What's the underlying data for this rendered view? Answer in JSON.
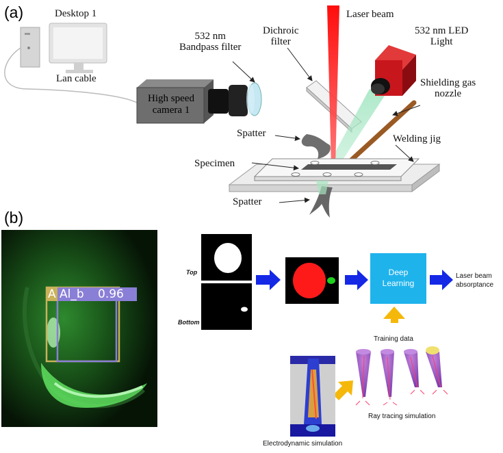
{
  "panel_a": {
    "label": "(a)",
    "desktop": "Desktop 1",
    "lan_cable": "Lan cable",
    "camera": "High speed camera 1",
    "bandpass_filter": "532 nm\nBandpass filter",
    "dichroic_filter": "Dichroic\nfilter",
    "laser_beam": "Laser beam",
    "led_light": "532 nm LED\nLight",
    "shielding_gas": "Shielding gas\nnozzle",
    "welding_jig": "Welding jig",
    "spatter_top": "Spatter",
    "specimen": "Specimen",
    "spatter_bottom": "Spatter"
  },
  "panel_b": {
    "label": "(b)",
    "detection_box_a": "A",
    "detection_box_b": "Al_b",
    "detection_score": "0.96",
    "top_label": "Top",
    "bottom_label": "Bottom",
    "deep_learning": "Deep\nLearning",
    "output": "Laser beam\nabsorptance",
    "training_data": "Training data",
    "ray_tracing": "Ray tracing simulation",
    "electrodynamic": "Electrodynamic simulation"
  },
  "colors": {
    "laser": "#ff2222",
    "led": "#c8161d",
    "green_light": "#7fd6a0",
    "arrow_blue": "#1428e6",
    "arrow_yellow": "#f5b80a",
    "deep_box": "#1fb3ec",
    "detection_yellow": "#c9b25a",
    "detection_purple": "#8a7fd6"
  }
}
